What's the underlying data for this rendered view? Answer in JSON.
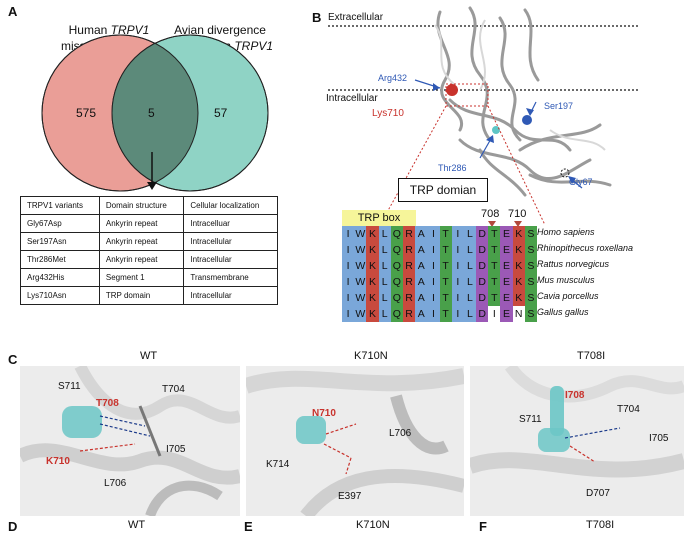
{
  "panel_a": {
    "letter": "A",
    "left_title_1": "Human ",
    "left_title_gene": "TRPV1",
    "left_title_2": "missense variants",
    "right_title_1": "Avian divergence",
    "right_title_2": "from human ",
    "right_title_gene": "TRPV1",
    "left_count": "575",
    "overlap_count": "5",
    "right_count": "57",
    "colors": {
      "left_circle": "#ea9e97",
      "right_circle": "#8fd3c5",
      "overlap": "#5c8a7a"
    },
    "table": {
      "headers": [
        "TRPV1 variants",
        "Domain structure",
        "Cellular localization"
      ],
      "rows": [
        [
          "Gly67Asp",
          "Ankyrin repeat",
          "Intracelluar"
        ],
        [
          "Ser197Asn",
          "Ankyrin repeat",
          "Intracellular"
        ],
        [
          "Thr286Met",
          "Ankyrin repeat",
          "Intracellular"
        ],
        [
          "Arg432His",
          "Segment 1",
          "Transmembrane"
        ],
        [
          "Lys710Asn",
          "TRP domain",
          "Intracellular"
        ]
      ]
    }
  },
  "panel_b": {
    "letter": "B",
    "extracellular": "Extracellular",
    "intracellular": "Intracellular",
    "labels": {
      "arg432": "Arg432",
      "lys710": "Lys710",
      "ser197": "Ser197",
      "thr286": "Thr286",
      "gly67": "Gly67"
    },
    "trp_domain_box": "TRP domian",
    "trp_box": "TRP box",
    "pos_708": "708",
    "pos_710": "710",
    "alignment": [
      "IWKLQRAITILDTEKS",
      "IWKLQRAITILDTEKS",
      "IWKLQRAITILDTEKS",
      "IWKLQRAITILDTEKS",
      "IWKLQRAITILDTEKS",
      "IWKLQRAITILDIENS"
    ],
    "species": [
      "Homo sapiens",
      "Rhinopithecus roxellana",
      "Rattus norvegicus",
      "Mus musculus",
      "Cavia porcellus",
      "Gallus gallus"
    ],
    "column_colors": [
      "#7aa7d9",
      "#7aa7d9",
      "#c84a3e",
      "#7aa7d9",
      "#49a04a",
      "#c84a3e",
      "#7aa7d9",
      "#7aa7d9",
      "#49a04a",
      "#7aa7d9",
      "#7aa7d9",
      "#9b59b6",
      "#49a04a",
      "#9b59b6",
      "#c84a3e",
      "#49a04a"
    ]
  },
  "panel_c": {
    "letter": "C",
    "wt": {
      "title": "WT",
      "labels": [
        "S711",
        "T704",
        "T708",
        "I705",
        "K710",
        "L706"
      ]
    },
    "k710n": {
      "title": "K710N",
      "labels": [
        "N710",
        "L706",
        "K714",
        "E397"
      ]
    },
    "t708i": {
      "title": "T708I",
      "labels": [
        "I708",
        "S711",
        "T704",
        "I705",
        "D707"
      ]
    }
  },
  "panel_bottom": {
    "d_letter": "D",
    "d_title": "WT",
    "e_letter": "E",
    "e_title": "K710N",
    "f_letter": "F",
    "f_title": "T708I"
  }
}
